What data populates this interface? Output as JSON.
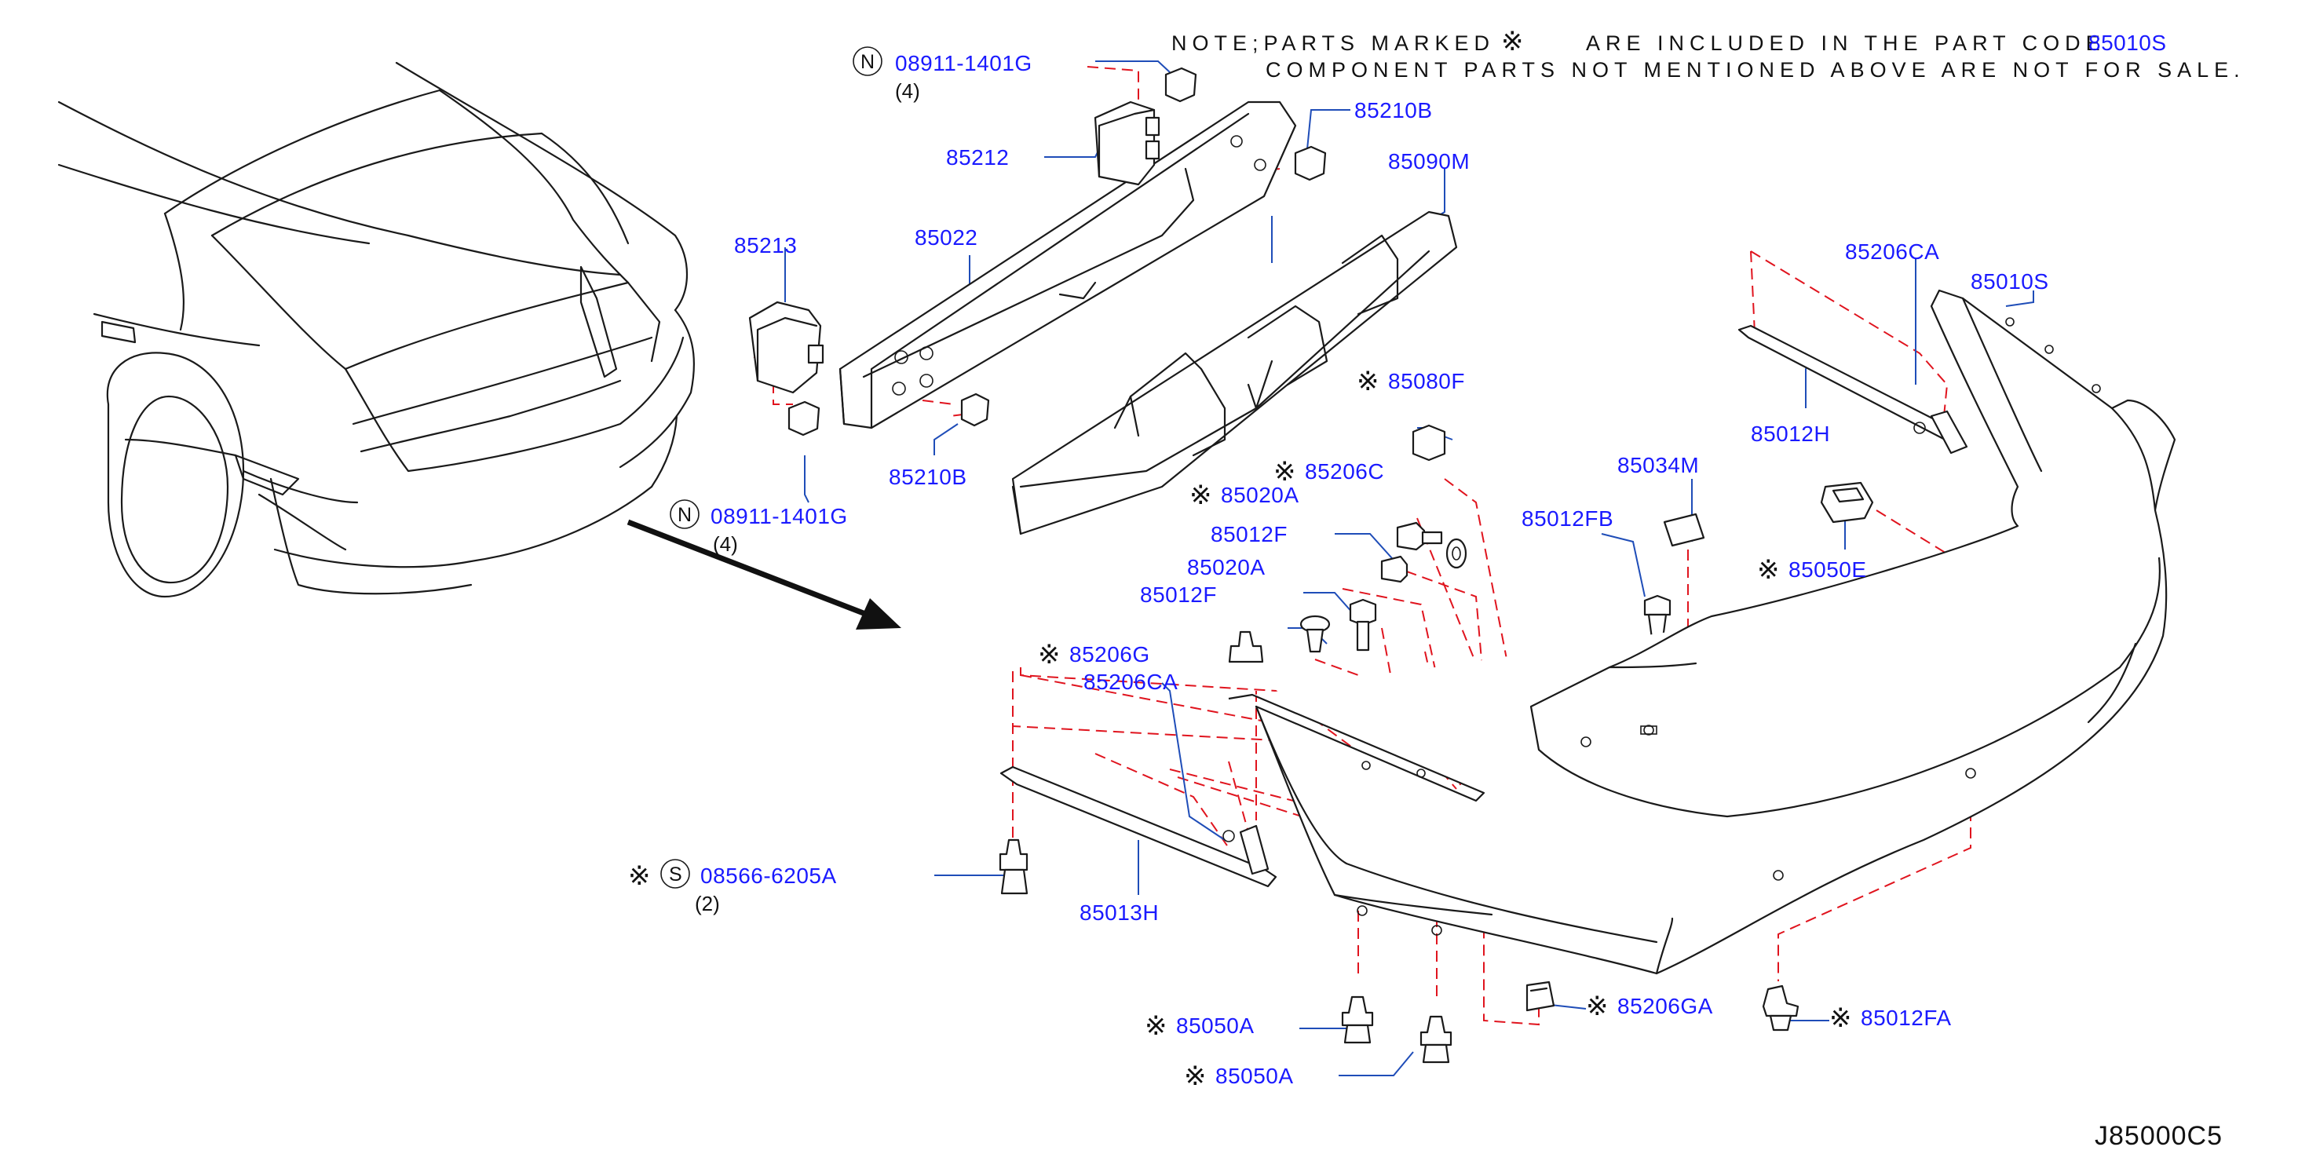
{
  "note": {
    "line1": "NOTE;PARTS MARKED",
    "mark": "※",
    "line1b": "ARE INCLUDED IN THE PART CODE",
    "line1_code": "85010S",
    "line2": "COMPONENT PARTS NOT MENTIONED ABOVE ARE NOT FOR SALE."
  },
  "diagram_ref": "J85000C5",
  "colors": {
    "part_number": "#1a1aff",
    "dashed_guides": "#e0141e",
    "leader_lines": "#1f4db8",
    "line_art": "#1a1a1a"
  },
  "symbols": {
    "n_symbol": "N",
    "s_symbol": "S",
    "mark": "※"
  },
  "callouts": {
    "nut_top": {
      "number": "08911-1401G",
      "qty": "(4)"
    },
    "nut_left": {
      "number": "08911-1401G",
      "qty": "(4)"
    },
    "bracket_85212": {
      "number": "85212"
    },
    "nut_85210b_top": {
      "number": "85210B"
    },
    "bracket_85213": {
      "number": "85213"
    },
    "reinforce_85022": {
      "number": "85022"
    },
    "nut_85210b_bottom": {
      "number": "85210B"
    },
    "absorber_85090m": {
      "number": "85090M"
    },
    "grommet_85080f": {
      "number": "85080F"
    },
    "bolt_85206c": {
      "number": "85206C"
    },
    "clip_85020a_1": {
      "number": "85020A"
    },
    "clip_85012f_1": {
      "number": "85012F"
    },
    "bolt_85020a_2": {
      "number": "85020A"
    },
    "clip_85012f_2": {
      "number": "85012F"
    },
    "clip_85206g": {
      "number": "85206G"
    },
    "screw_85206ca_left": {
      "number": "85206CA"
    },
    "screw_08566": {
      "number": "08566-6205A",
      "qty": "(2)"
    },
    "bracket_85013h": {
      "number": "85013H"
    },
    "screw_85050a_1": {
      "number": "85050A"
    },
    "screw_85050a_2": {
      "number": "85050A"
    },
    "clip_85206ga": {
      "number": "85206GA"
    },
    "clip_85012fa": {
      "number": "85012FA"
    },
    "clip_85012fb": {
      "number": "85012FB"
    },
    "label_85034m": {
      "number": "85034M"
    },
    "screw_85206ca_right": {
      "number": "85206CA"
    },
    "fascia_85010s": {
      "number": "85010S"
    },
    "bracket_85012h": {
      "number": "85012H"
    },
    "clip_85050e": {
      "number": "85050E"
    }
  }
}
